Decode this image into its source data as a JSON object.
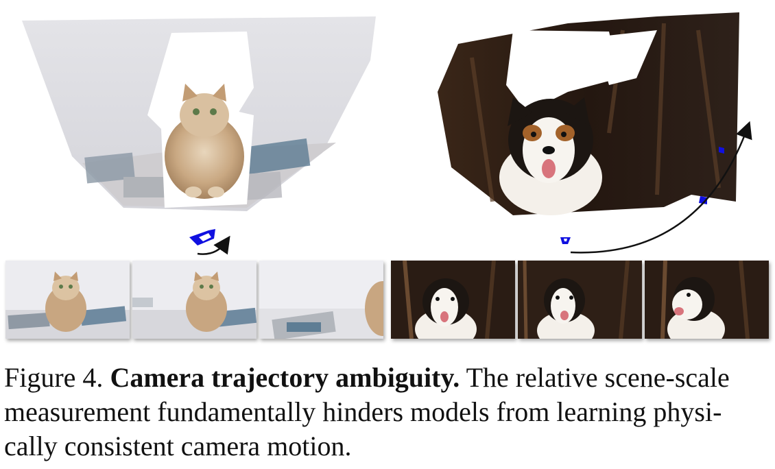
{
  "caption": {
    "label": "Figure 4.",
    "title": "Camera trajectory ambiguity.",
    "line1_rest": "The relative scene-scale",
    "line2": "measurement fundamentally hinders models from learning physi-",
    "line3": "cally consistent camera motion."
  },
  "colors": {
    "camera_frustum": "#1010e0",
    "trajectory_arrow": "#111111",
    "cat_background": "#e6e6ea",
    "dog_background": "#2a1c14"
  }
}
